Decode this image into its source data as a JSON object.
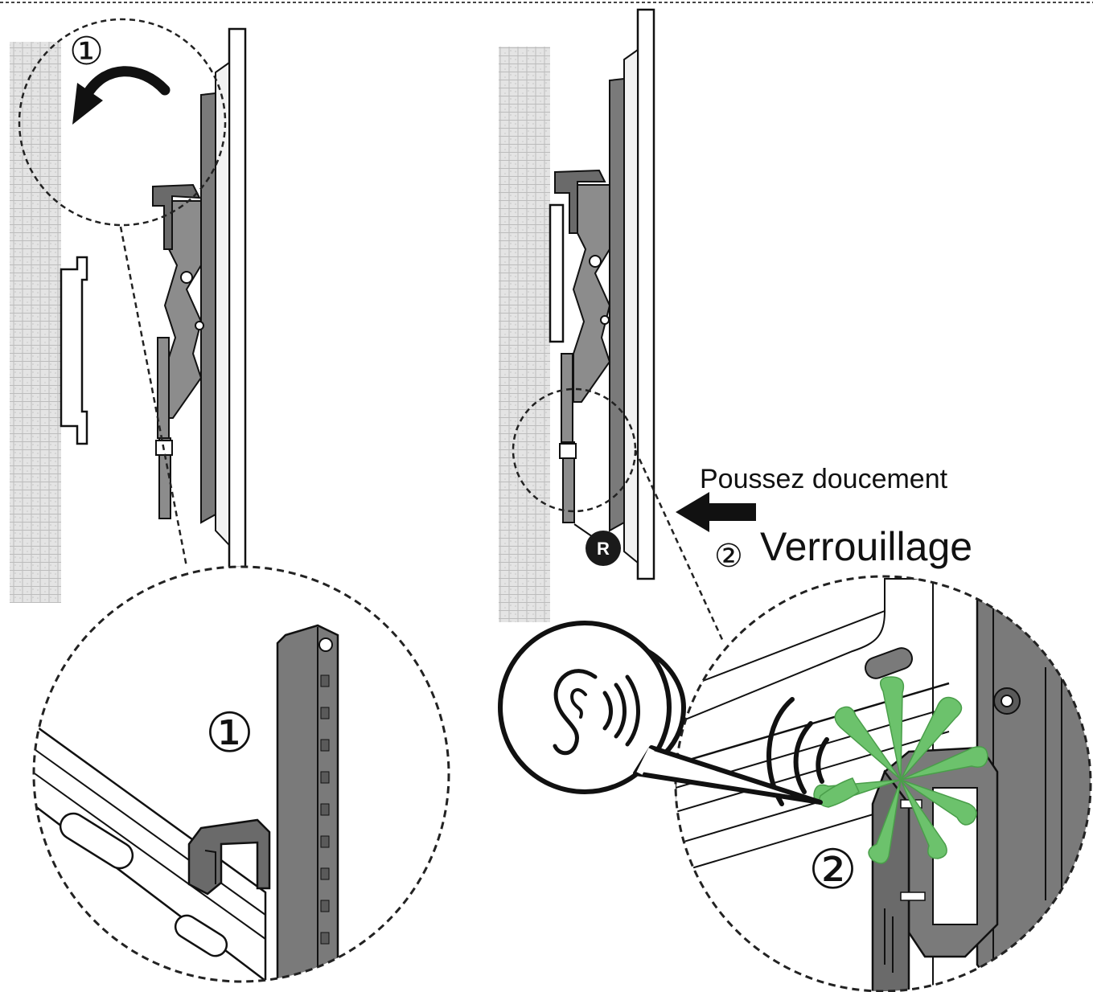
{
  "labels": {
    "step1_marker": "①",
    "step1_detail_marker": "①",
    "step2_marker": "②",
    "step2_detail_marker": "②",
    "push_instruction": "Poussez doucement",
    "lock_title": "Verrouillage",
    "r_badge": "R"
  },
  "colors": {
    "line": "#111111",
    "metal": "#7a7a7a",
    "metal_dark": "#5a5a5a",
    "metal_light": "#a9a9a9",
    "wall": "#d9d9d9",
    "click_green": "#6cc26c",
    "badge": "#1a1a1a"
  },
  "icons": {
    "rotate_arrow": "curved-arrow-left-icon",
    "push_arrow": "arrow-left-icon",
    "listen": "ear-icon",
    "click_burst": "click-burst-icon"
  }
}
